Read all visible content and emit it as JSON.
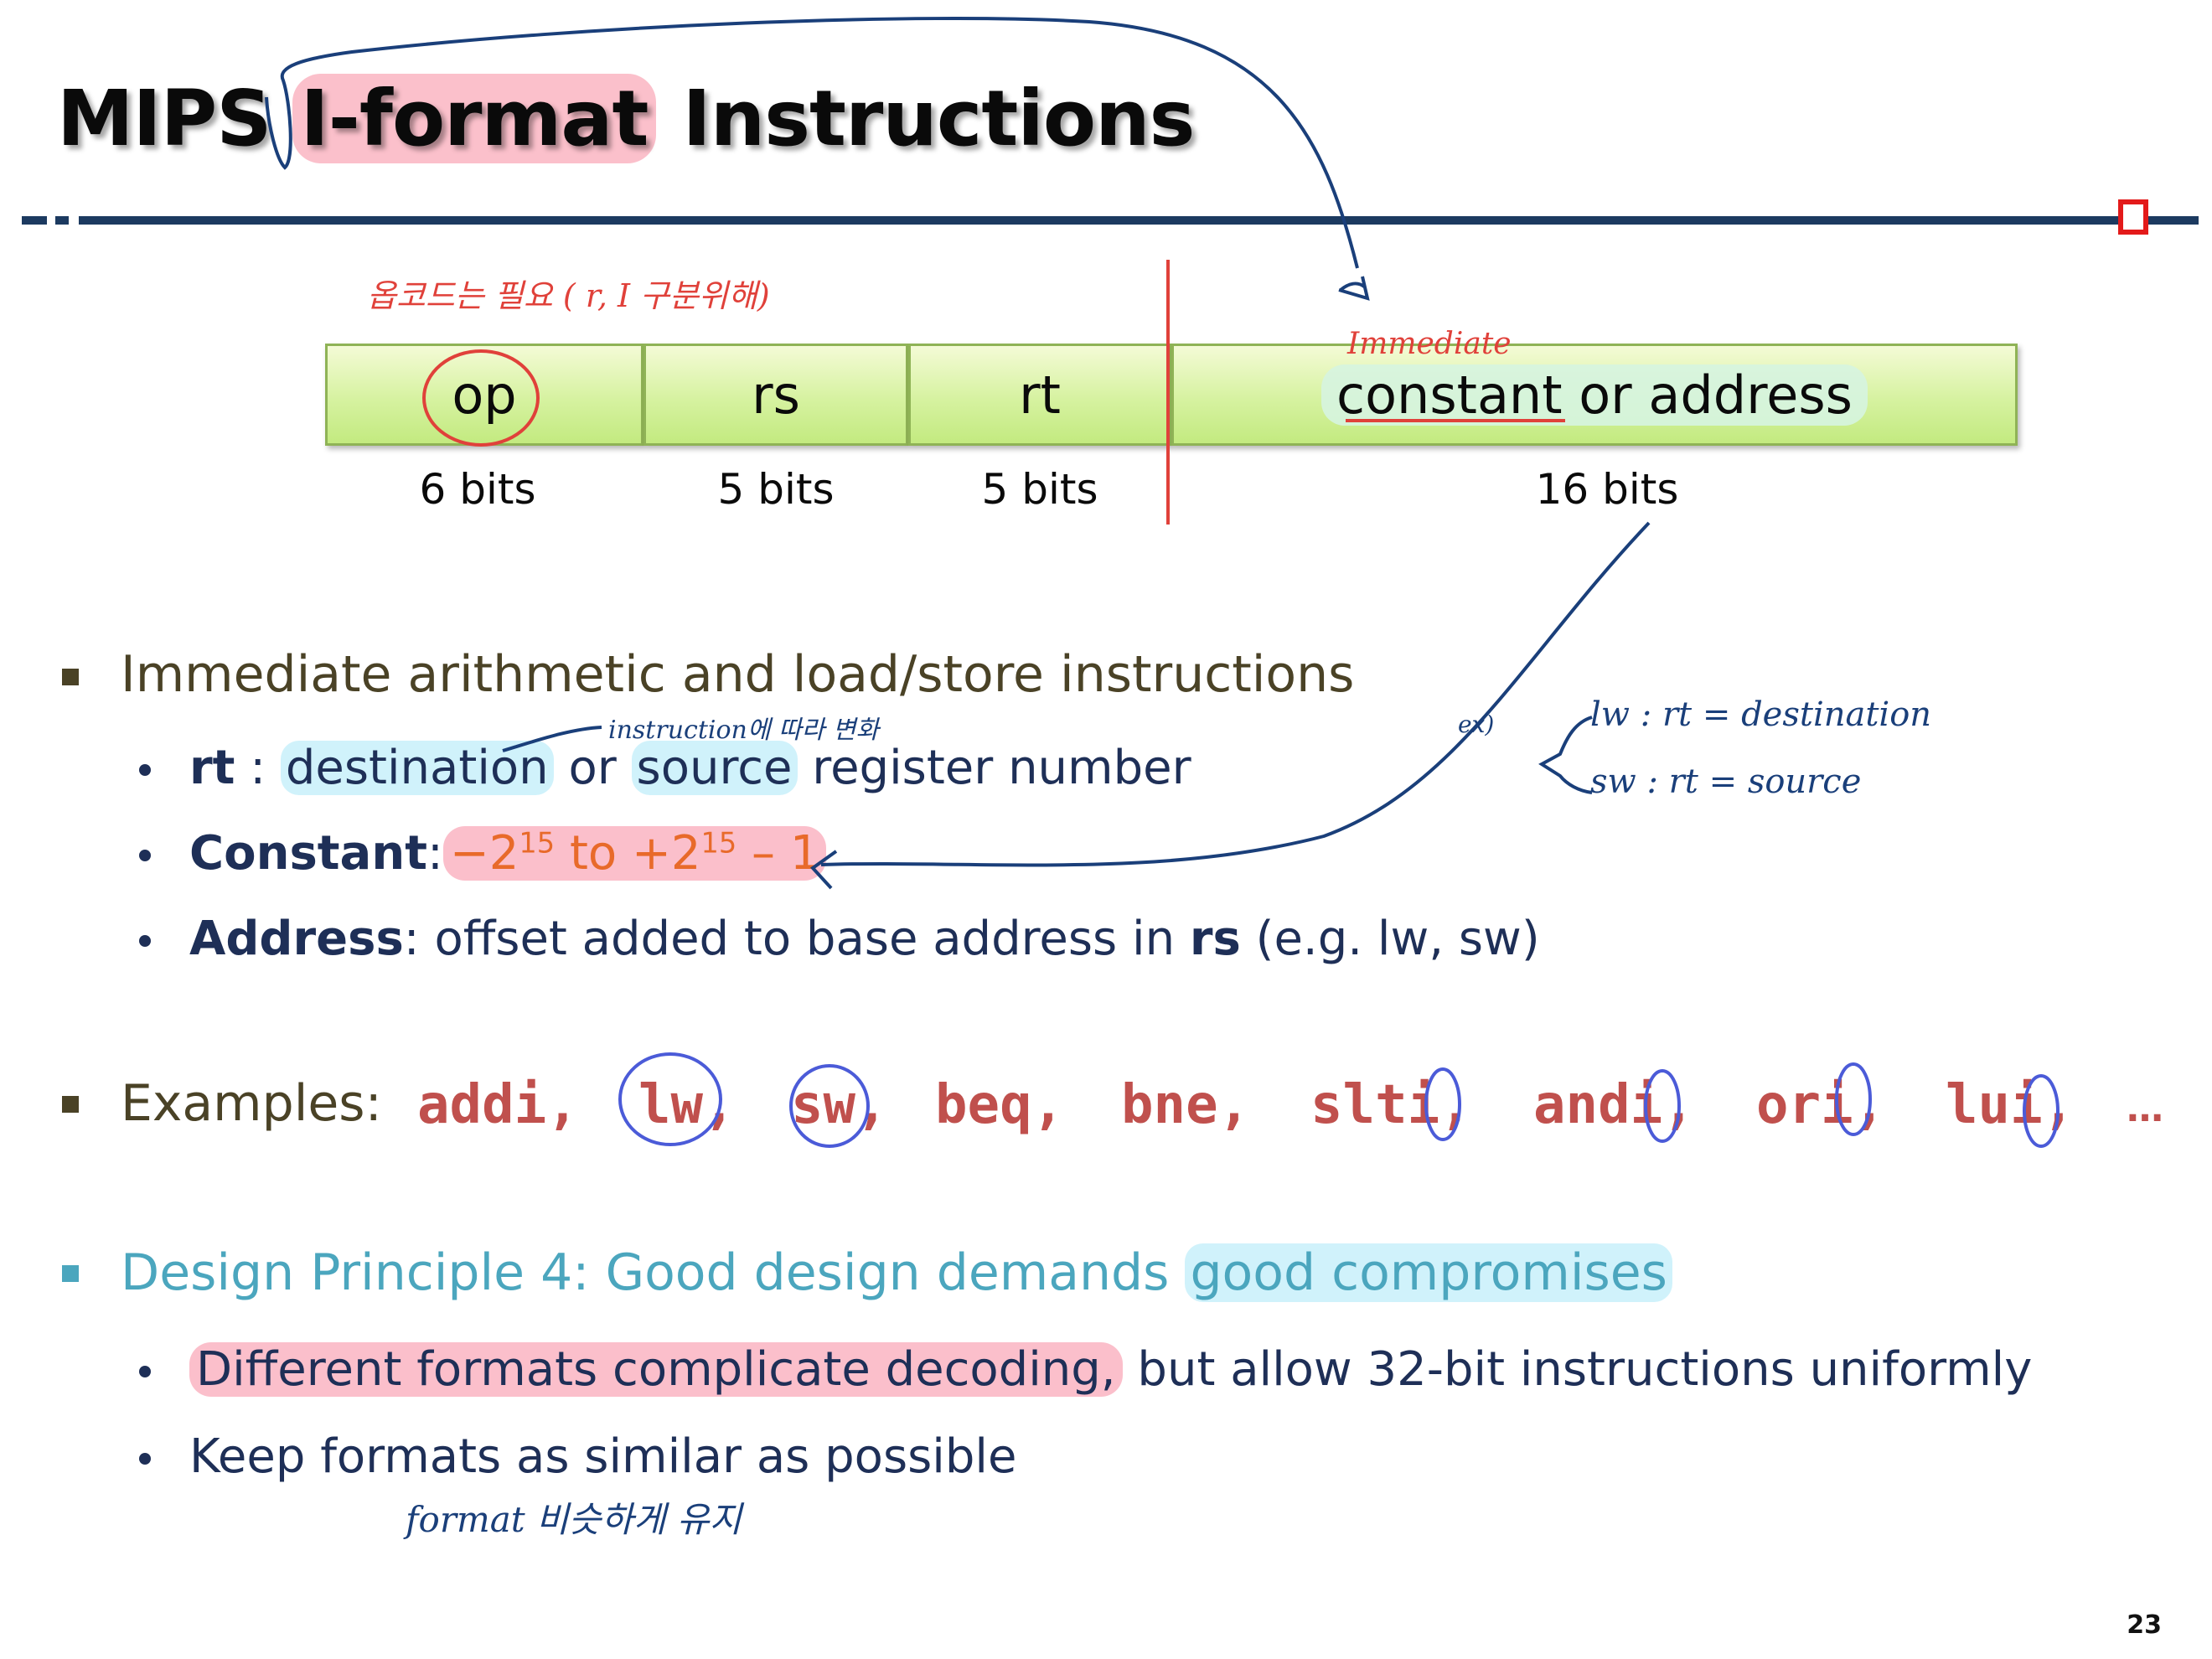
{
  "title": {
    "prefix": "MIPS ",
    "highlight": "I-format",
    "suffix": " Instructions"
  },
  "format": {
    "fields": [
      {
        "label": "op",
        "bits": "6 bits"
      },
      {
        "label": "rs",
        "bits": "5 bits"
      },
      {
        "label": "rt",
        "bits": "5 bits"
      },
      {
        "label": "constant or address",
        "bits": "16 bits"
      }
    ]
  },
  "bullets": {
    "immediate": {
      "heading": "Immediate arithmetic and load/store instructions",
      "rt_label": "rt",
      "rt_sep": " : ",
      "rt_dest": "destination",
      "rt_or": " or ",
      "rt_src": "source",
      "rt_rest": " register number",
      "const_label": "Constant",
      "const_sep": ":",
      "const_range": "−2",
      "const_exp1": "15",
      "const_mid": " to +2",
      "const_exp2": "15",
      "const_end": " – 1",
      "addr_label": "Address",
      "addr_text": ": offset added to base address in ",
      "addr_rs": "rs",
      "addr_eg": "  (e.g. lw, sw)"
    },
    "examples": {
      "label": "Examples:",
      "items": [
        "addi,",
        "lw,",
        "sw,",
        "beq,",
        "bne,",
        "slti,",
        "andi,",
        "ori,",
        "lui,",
        "…"
      ]
    },
    "design": {
      "heading_pre": "Design Principle 4: Good design demands ",
      "heading_hl": "good compromises",
      "sub1_hl": "Different formats complicate decoding,",
      "sub1_rest": " but allow 32-bit instructions uniformly",
      "sub2": "Keep formats as similar as possible"
    }
  },
  "annotations": {
    "opcode_note": "옵코드는 필요 ( r, I 구분위해)",
    "immediate_note": "Immediate",
    "instruction_note": "instruction에 따라 변화",
    "ex_label": "ex)",
    "lw_line": "lw  :  rt = destination",
    "sw_line": "sw  :  rt  =  source",
    "format_note": "format  비슷하게 유지"
  },
  "page_number": "23",
  "colors": {
    "title": "#0a0a0a",
    "navy": "#1e2f57",
    "olive": "#4a4226",
    "teal": "#4ba6be",
    "example_red": "#c0504d",
    "orange": "#e86a2a",
    "ink_blue": "#1a3f7a",
    "ink_red": "#e0413a"
  }
}
